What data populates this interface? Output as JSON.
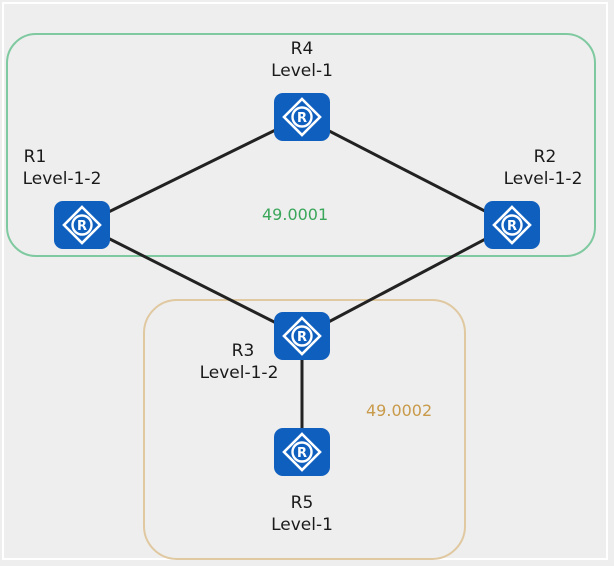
{
  "colors": {
    "router_fill": "#0f5fbf",
    "router_stroke": "#ffffff",
    "link": "#222222",
    "area1_border": "#7fc9a0",
    "area2_border": "#e0c8a0",
    "area1_text": "#3aa65a",
    "area2_text": "#c89a4a"
  },
  "icon": "router-icon",
  "routers": {
    "r4": {
      "name": "R4",
      "level": "Level-1"
    },
    "r1": {
      "name": "R1",
      "level": "Level-1-2"
    },
    "r2": {
      "name": "R2",
      "level": "Level-1-2"
    },
    "r3": {
      "name": "R3",
      "level": "Level-1-2"
    },
    "r5": {
      "name": "R5",
      "level": "Level-1"
    }
  },
  "areas": {
    "area1": {
      "id": "49.0001"
    },
    "area2": {
      "id": "49.0002"
    }
  }
}
